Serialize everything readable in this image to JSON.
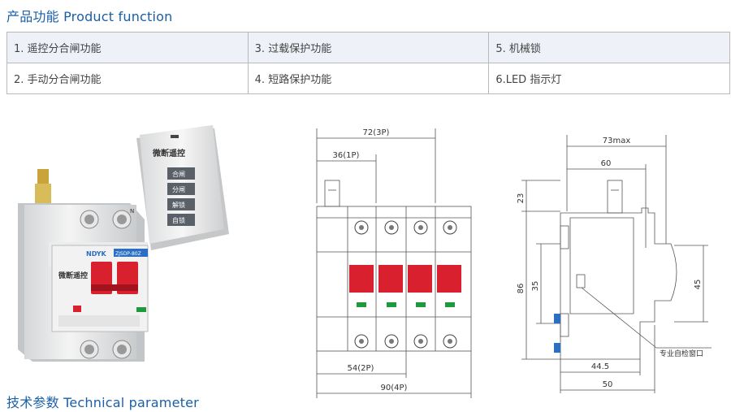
{
  "product_function": {
    "title": "产品功能 Product function",
    "rows": [
      [
        "1. 遥控分合闸功能",
        "3. 过载保护功能",
        "5. 机械锁"
      ],
      [
        "2. 手动分合闸功能",
        "4. 短路保护功能",
        "6.LED 指示灯"
      ]
    ]
  },
  "technical_parameter": {
    "title": "技术参数 Technical parameter"
  },
  "photo": {
    "remote_title": "微断遥控",
    "remote_buttons": [
      "合闸",
      "分闸",
      "解锁",
      "自锁"
    ],
    "breaker_brand": "微断遥控",
    "breaker_model": "ZJSDP-80Z",
    "breaker_logo": "NDYK",
    "terminal_label": "N"
  },
  "front_drawing": {
    "dim_top_outer": "72(3P)",
    "dim_top_inner": "36(1P)",
    "dim_bottom_inner": "54(2P)",
    "dim_bottom_outer": "90(4P)"
  },
  "side_drawing": {
    "dim_top_outer": "73max",
    "dim_top_inner": "60",
    "dim_left_top": "23",
    "dim_left_outer": "86",
    "dim_left_inner": "35",
    "dim_right": "45",
    "dim_bottom_inner": "44.5",
    "dim_bottom_outer": "50",
    "window_label": "专业自检窗口"
  },
  "colors": {
    "title_blue": "#1a5fa8",
    "row_tint": "#eef1f8",
    "handle_red": "#d8202f",
    "indicator_green": "#1e9a3c"
  }
}
